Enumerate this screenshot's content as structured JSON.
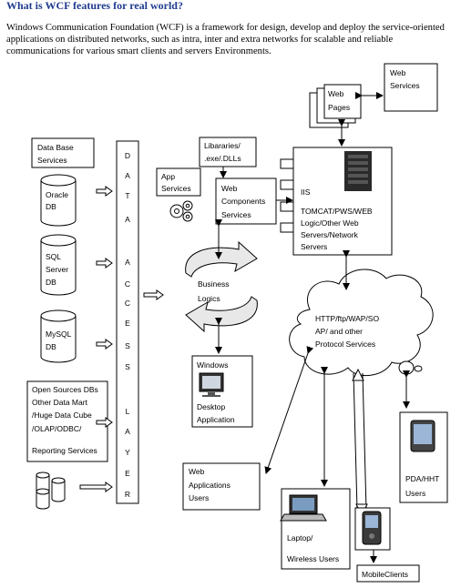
{
  "title": "What is WCF features for real world?",
  "intro": "Windows Communication Foundation (WCF) is a framework for design, develop and deploy the service-oriented applications on distributed networks, such as intra, inter and extra networks for scalable and reliable communications for various smart clients and servers Environments.",
  "labels": {
    "web_services": [
      "Web",
      "Services"
    ],
    "web_pages": [
      "Web",
      "Pages"
    ],
    "database_services": [
      "Data Base",
      "Services"
    ],
    "libraries": [
      "Libararies/",
      ".exe/.DLLs"
    ],
    "app_services": [
      "App",
      "Services"
    ],
    "web_components": [
      "Web",
      "Components",
      "Services"
    ],
    "iis": [
      "IIS",
      "TOMCAT/PWS/WEB",
      "Logic/Other Web",
      "Servers/Network",
      "Servers"
    ],
    "oracle": [
      "Oracle",
      "DB"
    ],
    "sql": [
      "SQL",
      "Server",
      "DB"
    ],
    "mysql": [
      "MySQL",
      "DB"
    ],
    "opensource": [
      "Open Sources DBs",
      "Other Data Mart",
      "/Huge Data Cube",
      "/OLAP/ODBC/",
      "",
      "Reporting Services"
    ],
    "business_logics": [
      "Business",
      "Logics"
    ],
    "windows": [
      "Windows",
      "Desktop",
      "Application"
    ],
    "protocol": [
      "HTTP/ftp/WAP/SO",
      "AP/ and other",
      "Protocol Services"
    ],
    "web_apps": [
      "Web",
      "Applications",
      "Users"
    ],
    "laptop": [
      "Laptop/",
      "Wireless Users"
    ],
    "mobile": "MobileClients",
    "pda": [
      "PDA/HHT",
      "Users"
    ],
    "data_access_layer": [
      "D",
      "A",
      "T",
      "A",
      "A",
      "C",
      "C",
      "E",
      "S",
      "S",
      "L",
      "A",
      "Y",
      "E",
      "R"
    ]
  }
}
